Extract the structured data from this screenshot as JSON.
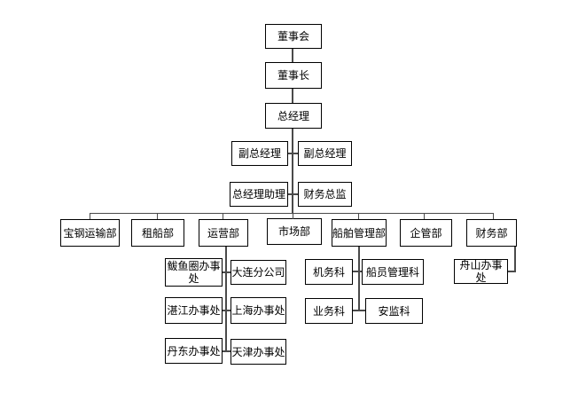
{
  "diagram": {
    "type": "org-chart",
    "colors": {
      "background": "#ffffff",
      "box_border": "#000000",
      "connector_line": "#4a4a4a",
      "text": "#000000"
    },
    "nodes": {
      "board": "董事会",
      "chairman": "董事长",
      "general_manager": "总经理",
      "deputy_gm_left": "副总经理",
      "deputy_gm_right": "副总经理",
      "gm_assistant": "总经理助理",
      "finance_director": "财务总监",
      "baogang_transport_dept": "宝钢运输部",
      "chartering_dept": "租船部",
      "operations_dept": "运营部",
      "market_dept": "市场部",
      "ship_management_dept": "船舶管理部",
      "enterprise_mgmt_dept": "企管部",
      "finance_dept": "财务部",
      "bayuquan_office": "鲅鱼圈办事处",
      "dalian_branch": "大连分公司",
      "zhanjiang_office": "湛江办事处",
      "shanghai_office": "上海办事处",
      "dandong_office": "丹东办事处",
      "tianjin_office": "天津办事处",
      "marine_engineering_section": "机务科",
      "crew_management_section": "船员管理科",
      "business_section": "业务科",
      "safety_supervision_section": "安监科",
      "zhoushan_office": "舟山办事处"
    },
    "edges": [
      [
        "board",
        "chairman"
      ],
      [
        "chairman",
        "general_manager"
      ],
      [
        "general_manager",
        "deputy_gm_left"
      ],
      [
        "general_manager",
        "deputy_gm_right"
      ],
      [
        "general_manager",
        "gm_assistant"
      ],
      [
        "general_manager",
        "finance_director"
      ],
      [
        "general_manager",
        "baogang_transport_dept"
      ],
      [
        "general_manager",
        "chartering_dept"
      ],
      [
        "general_manager",
        "operations_dept"
      ],
      [
        "general_manager",
        "market_dept"
      ],
      [
        "general_manager",
        "ship_management_dept"
      ],
      [
        "general_manager",
        "enterprise_mgmt_dept"
      ],
      [
        "general_manager",
        "finance_dept"
      ],
      [
        "operations_dept",
        "bayuquan_office"
      ],
      [
        "operations_dept",
        "dalian_branch"
      ],
      [
        "operations_dept",
        "zhanjiang_office"
      ],
      [
        "operations_dept",
        "shanghai_office"
      ],
      [
        "operations_dept",
        "dandong_office"
      ],
      [
        "operations_dept",
        "tianjin_office"
      ],
      [
        "ship_management_dept",
        "marine_engineering_section"
      ],
      [
        "ship_management_dept",
        "crew_management_section"
      ],
      [
        "ship_management_dept",
        "business_section"
      ],
      [
        "ship_management_dept",
        "safety_supervision_section"
      ],
      [
        "finance_dept",
        "zhoushan_office"
      ]
    ]
  }
}
